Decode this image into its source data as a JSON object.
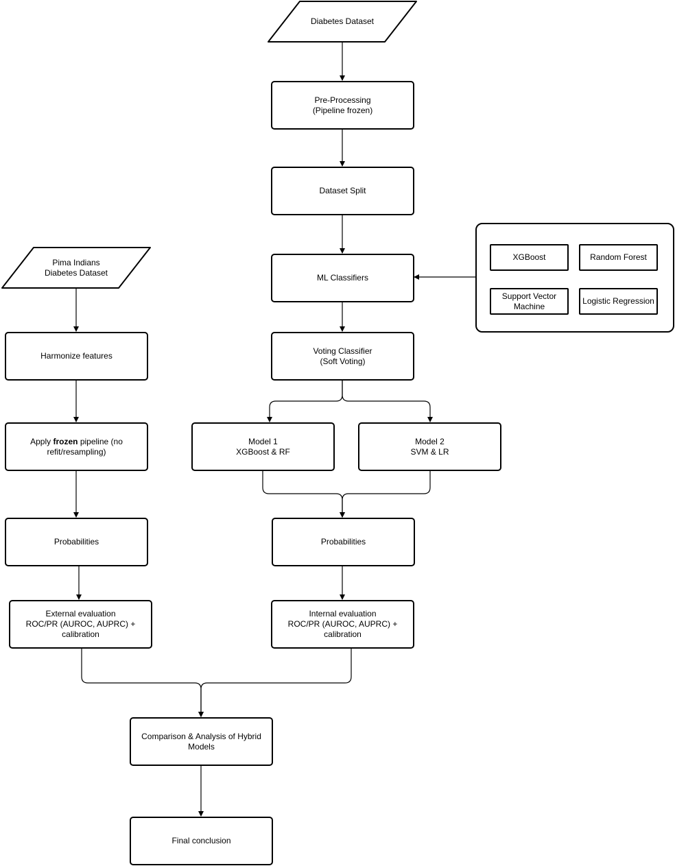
{
  "nodes": {
    "diabetes_dataset": "Diabetes Dataset",
    "preprocessing": "Pre-Processing\n(Pipeline frozen)",
    "dataset_split": "Dataset Split",
    "ml_classifiers": "ML Classifiers",
    "voting_classifier": "Voting Classifier\n(Soft Voting)",
    "model1": "Model 1\nXGBoost & RF",
    "model2": "Model 2\nSVM & LR",
    "probabilities_internal": "Probabilities",
    "internal_evaluation": "Internal evaluation\nROC/PR (AUROC, AUPRC) +\ncalibration",
    "pima_dataset": "Pima Indians\nDiabetes Dataset",
    "harmonize_features": "Harmonize features",
    "apply_pipeline": {
      "prefix": "Apply ",
      "bold": "frozen",
      "suffix": " pipeline (no\nrefit/resampling)"
    },
    "probabilities_external": "Probabilities",
    "external_evaluation": "External evaluation\nROC/PR (AUROC, AUPRC) +\ncalibration",
    "comparison": "Comparison & Analysis of Hybrid\nModels",
    "final_conclusion": "Final conclusion"
  },
  "classifiers": {
    "xgboost": "XGBoost",
    "random_forest": "Random Forest",
    "svm": "Support Vector\nMachine",
    "logistic_regression": "Logistic Regression"
  }
}
